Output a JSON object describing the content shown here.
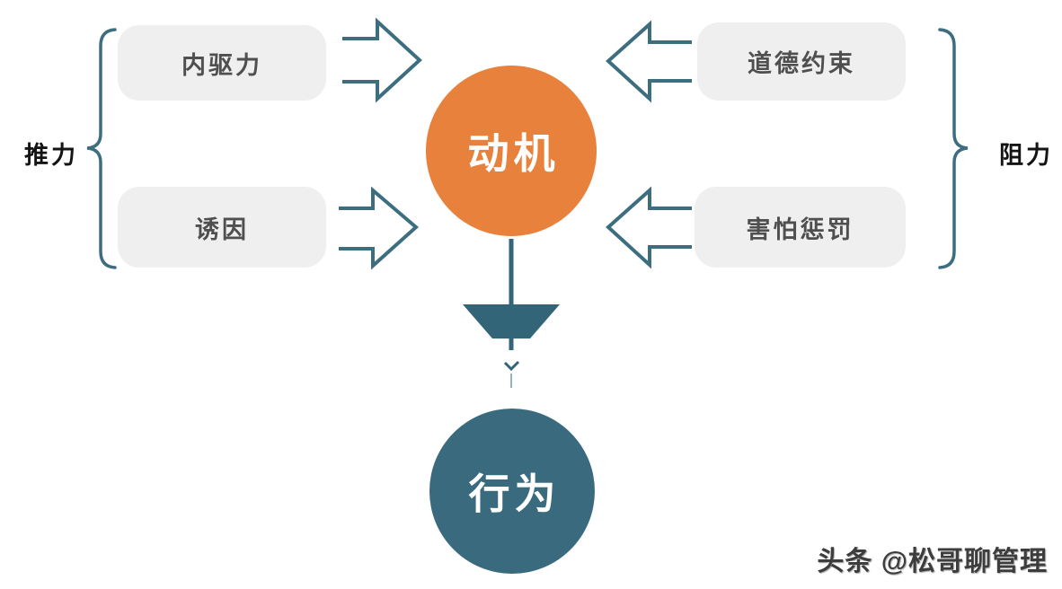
{
  "diagram": {
    "push_group": {
      "label": "推力",
      "items": [
        {
          "label": "内驱力"
        },
        {
          "label": "诱因"
        }
      ]
    },
    "resist_group": {
      "label": "阻力",
      "items": [
        {
          "label": "道德约束"
        },
        {
          "label": "害怕惩罚"
        }
      ]
    },
    "center_node": {
      "label": "动机"
    },
    "outcome_node": {
      "label": "行为"
    },
    "watermark": {
      "label": "头条 @松哥聊管理"
    },
    "colors": {
      "motivation_circle": "#E8813B",
      "behavior_circle": "#3A6A7E",
      "arrow_stroke": "#3C6E80",
      "down_arrow_fill": "#336579",
      "box_background": "#EFEFEF",
      "box_text": "#4F4F4F",
      "label_text": "#141414"
    }
  }
}
